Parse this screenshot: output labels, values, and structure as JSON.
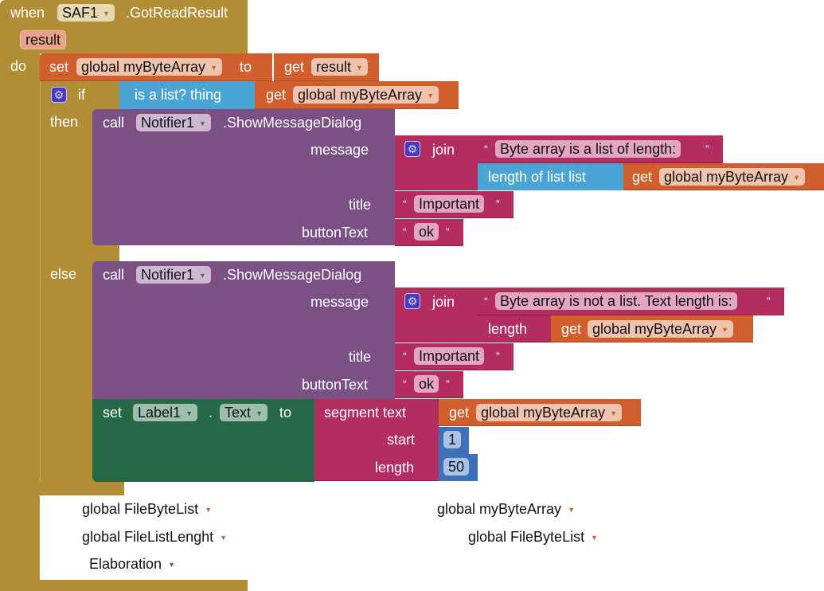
{
  "event": {
    "when_label": "when",
    "component": "SAF1",
    "event_name": ".GotReadResult",
    "param": "result",
    "do_label": "do"
  },
  "set_global": {
    "set_label": "set",
    "variable": "global myByteArray",
    "to_label": "to",
    "get_label": "get",
    "get_value": "result"
  },
  "if_block": {
    "if_label": "if",
    "then_label": "then",
    "else_label": "else",
    "condition": {
      "label": "is a list?  thing",
      "get_label": "get",
      "get_value": "global myByteArray"
    }
  },
  "then_call": {
    "call_label": "call",
    "component": "Notifier1",
    "method": ".ShowMessageDialog",
    "message_label": "message",
    "title_label": "title",
    "button_label": "buttonText",
    "join_label": "join",
    "join_text": "Byte array is a list of length:",
    "length_label": "length of list  list",
    "get_label": "get",
    "get_value": "global myByteArray",
    "title_value": "Important",
    "button_value": "ok"
  },
  "else_call": {
    "call_label": "call",
    "component": "Notifier1",
    "method": ".ShowMessageDialog",
    "message_label": "message",
    "title_label": "title",
    "button_label": "buttonText",
    "join_label": "join",
    "join_text": "Byte array is not a list. Text length is:",
    "length_label": "length",
    "get_label": "get",
    "get_value": "global myByteArray",
    "title_value": "Important",
    "button_value": "ok"
  },
  "set_label": {
    "set_label": "set",
    "component": "Label1",
    "dot": ".",
    "property": "Text",
    "to_label": "to",
    "segment_label": "segment  text",
    "get_label": "get",
    "get_value": "global myByteArray",
    "start_label": "start",
    "start_value": "1",
    "length_label": "length",
    "length_value": "50"
  },
  "quote_open": "“",
  "quote_close": "”",
  "dropdown_arrow": "▼",
  "bottom_variables": [
    {
      "label": "global FileByteList"
    },
    {
      "label": "global FileListLenght"
    },
    {
      "label": "Elaboration"
    },
    {
      "label": "global myByteArray"
    },
    {
      "label": "global FileByteList"
    }
  ]
}
